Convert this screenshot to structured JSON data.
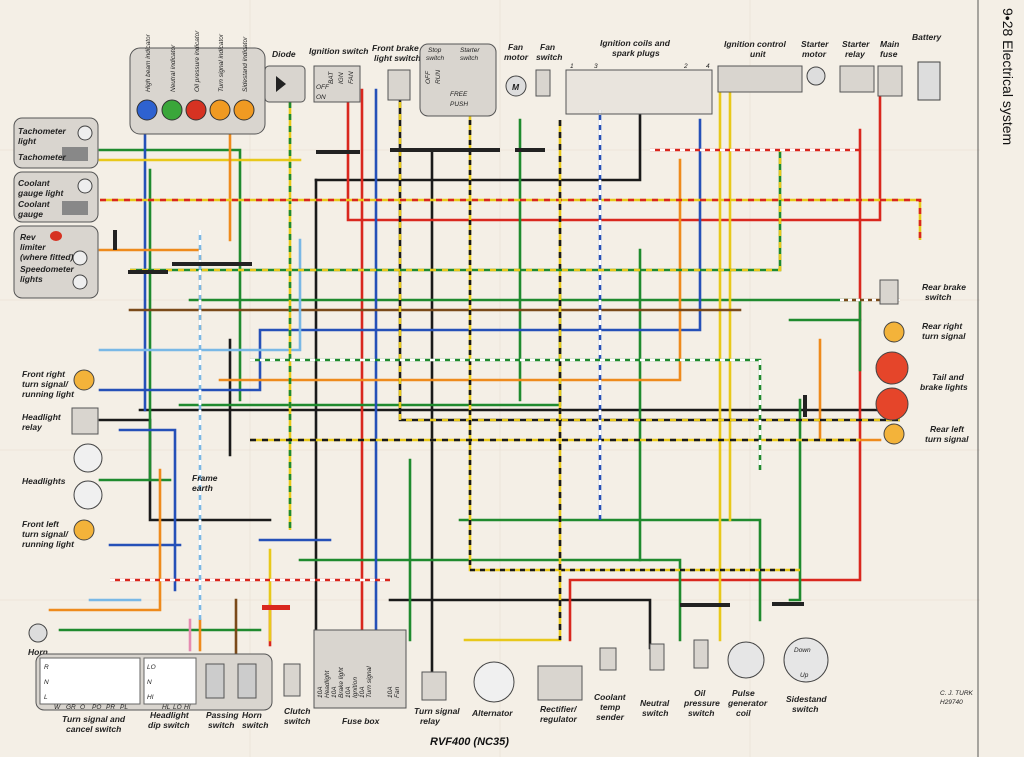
{
  "header": {
    "text": "9•28  Electrical system"
  },
  "title": "RVF400 (NC35)",
  "credit": [
    "C. J. TURK",
    "H29740"
  ],
  "indicators": [
    "High beam indicator",
    "Neutral indicator",
    "Oil pressure indicator",
    "Turn signal indicator",
    "Sidestand indicator"
  ],
  "labels": {
    "tach_light": [
      "Tachometer",
      "light"
    ],
    "tach": [
      "Tachometer"
    ],
    "cool_light": [
      "Coolant",
      "gauge light"
    ],
    "cool_gauge": [
      "Coolant",
      "gauge"
    ],
    "rev": [
      "Rev",
      "limiter",
      "(where fitted)"
    ],
    "speedo": [
      "Speedometer",
      "lights"
    ],
    "diode": [
      "Diode"
    ],
    "ign_switch": [
      "Ignition switch"
    ],
    "front_brake": [
      "Front brake",
      "light switch"
    ],
    "stop_switch": [
      "Stop",
      "switch"
    ],
    "starter_switch": [
      "Starter",
      "switch"
    ],
    "fan_motor": [
      "Fan",
      "motor"
    ],
    "fan_switch": [
      "Fan",
      "switch"
    ],
    "coils": [
      "Ignition coils and",
      "spark plugs"
    ],
    "icu": [
      "Ignition control",
      "unit"
    ],
    "starter_motor": [
      "Starter",
      "motor"
    ],
    "starter_relay": [
      "Starter",
      "relay"
    ],
    "main_fuse": [
      "Main",
      "fuse"
    ],
    "battery": [
      "Battery"
    ],
    "rear_brake": [
      "Rear brake",
      "switch"
    ],
    "rear_right": [
      "Rear right",
      "turn signal"
    ],
    "tail": [
      "Tail and",
      "brake lights"
    ],
    "rear_left": [
      "Rear left",
      "turn signal"
    ],
    "front_right": [
      "Front right",
      "turn signal/",
      "running light"
    ],
    "hl_relay": [
      "Headlight",
      "relay"
    ],
    "headlights": [
      "Headlights"
    ],
    "frame_earth": [
      "Frame",
      "earth"
    ],
    "front_left": [
      "Front left",
      "turn signal/",
      "running light"
    ],
    "horn": [
      "Horn"
    ],
    "turn_cancel": [
      "Turn signal and",
      "cancel switch"
    ],
    "dip": [
      "Headlight",
      "dip switch"
    ],
    "passing": [
      "Passing",
      "switch"
    ],
    "horn_switch": [
      "Horn",
      "switch"
    ],
    "clutch": [
      "Clutch",
      "switch"
    ],
    "fusebox": [
      "Fuse box"
    ],
    "ts_relay": [
      "Turn signal",
      "relay"
    ],
    "alternator": [
      "Alternator"
    ],
    "rectifier": [
      "Rectifier/",
      "regulator"
    ],
    "coolant_sender": [
      "Coolant",
      "temp",
      "sender"
    ],
    "neutral": [
      "Neutral",
      "switch"
    ],
    "oil": [
      "Oil",
      "pressure",
      "switch"
    ],
    "pulse": [
      "Pulse",
      "generator",
      "coil"
    ],
    "sidestand": [
      "Sidestand",
      "switch"
    ]
  },
  "ign_switch_positions": [
    "OFF",
    "ON"
  ],
  "ign_switch_cols": [
    "BAT",
    "IGN",
    "FAN"
  ],
  "starter_positions": [
    "FREE",
    "PUSH"
  ],
  "stop_cols": [
    "OFF",
    "RUN"
  ],
  "coil_numbers": [
    "1",
    "3",
    "2",
    "4"
  ],
  "sidestand_positions": [
    "Down",
    "Up"
  ],
  "turn_switch_rows": [
    "R",
    "N",
    "L"
  ],
  "turn_switch_cols": [
    "W",
    "GR",
    "O",
    "PO",
    "PR",
    "PL"
  ],
  "dip_rows": [
    "LO",
    "N",
    "HI"
  ],
  "dip_cols": [
    "HL",
    "LO",
    "HI"
  ],
  "fuse_ratings": [
    "10A",
    "10A",
    "10A",
    "10A",
    "10A"
  ],
  "fuse_names": [
    "Headlight",
    "Brake light",
    "Ignition",
    "Turn signal",
    "Fan"
  ],
  "wire_colors": {
    "black": "#1a1a1a",
    "red": "#d9271e",
    "green": "#1f8a2e",
    "blue": "#2550b8",
    "yellow": "#e8c81a",
    "orange": "#ee8a1c",
    "brown": "#7a4a1a",
    "lightblue": "#79b8e6",
    "pink": "#e58ab0",
    "grey": "#9a9a9a",
    "white": "#ffffff",
    "lightgreen": "#8fce5a"
  },
  "bulb_colors": {
    "blue": "#2e62d0",
    "green": "#3aa63a",
    "red": "#d63222",
    "orange": "#f09a22",
    "amber": "#f3b33a",
    "tail": "#e5452a"
  }
}
